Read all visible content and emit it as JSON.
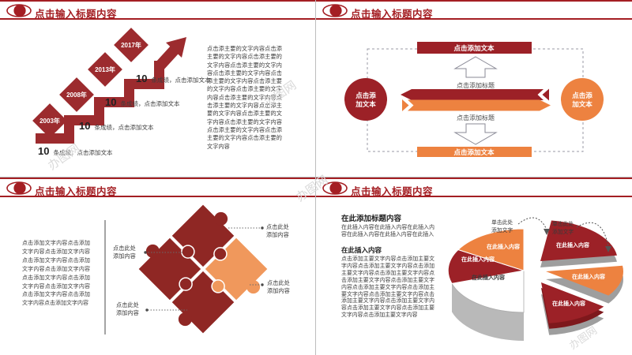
{
  "colors": {
    "red": "#9C2127",
    "header_red": "#A41E23",
    "orange": "#ED8240",
    "puzzle_red": "#8F2724",
    "puzzle_orange": "#F0985C",
    "side_gray": "#B9B9B9"
  },
  "watermark": "办图网",
  "header": {
    "title": "点击输入标题内容"
  },
  "slide1": {
    "years": [
      "2003年",
      "2008年",
      "2013年",
      "2017年"
    ],
    "big_number": "10",
    "item_text": "条成绩，点击添加文本",
    "paragraph": "点击添主要的文字内容点击添主要的文字内容点击添主要的文字内容点击添主要的文字内容点击添主要的文字内容点击添主要的文字内容点击添主要的文字内容点击添主要的文字内容点击添主要的文字内容点击添主要的文字内容点击添主要的文字内容点击添主要的文字内容点击添主要的文字内容点击添主要的文字内容点击添主要的文字内容点击添主要的文字内容"
  },
  "slide2": {
    "bar_top": "点击添加文本",
    "bar_bottom": "点击添加文本",
    "circle_left_line1": "点击添",
    "circle_left_line2": "加文本",
    "circle_right_line1": "点击添",
    "circle_right_line2": "加文本",
    "label_top": "点击添加标题",
    "label_bottom": "点击添加标题"
  },
  "slide3": {
    "paragraph": "点击添加文字内容点击添加文字内容点击添加文字内容点击添加文字内容点击添加文字内容点击添加文字内容点击添加文字内容点击添加文字内容点击添加文字内容点击添加文字内容点击添加文字内容点击添加文字内容",
    "callout_line1": "点击此处",
    "callout_line2": "添加内容"
  },
  "slide4": {
    "heading1": "在此添加标题内容",
    "para1": "在此插入内容在此插入内容在此插入内容在此插入内容在此插入内容在此插入",
    "heading2": "在此插入内容",
    "para2": "点击添加主要文字内容点击添加主要文字内容点击添加主要文字内容点击添加主要文字内容点击添加主要文字内容点击添加主要文字内容点击添加主要文字内容点击添加主要文字内容点击添加主要文字内容点击添加主要文字内容点击添加主要文字内容点击添加主要文字内容点击添加主要文字内容点击添加主要文字内容点击添加主要文字内容",
    "slice_label": "在此插入内容",
    "callout_line1": "单击此处",
    "callout_line2": "添加文字"
  }
}
